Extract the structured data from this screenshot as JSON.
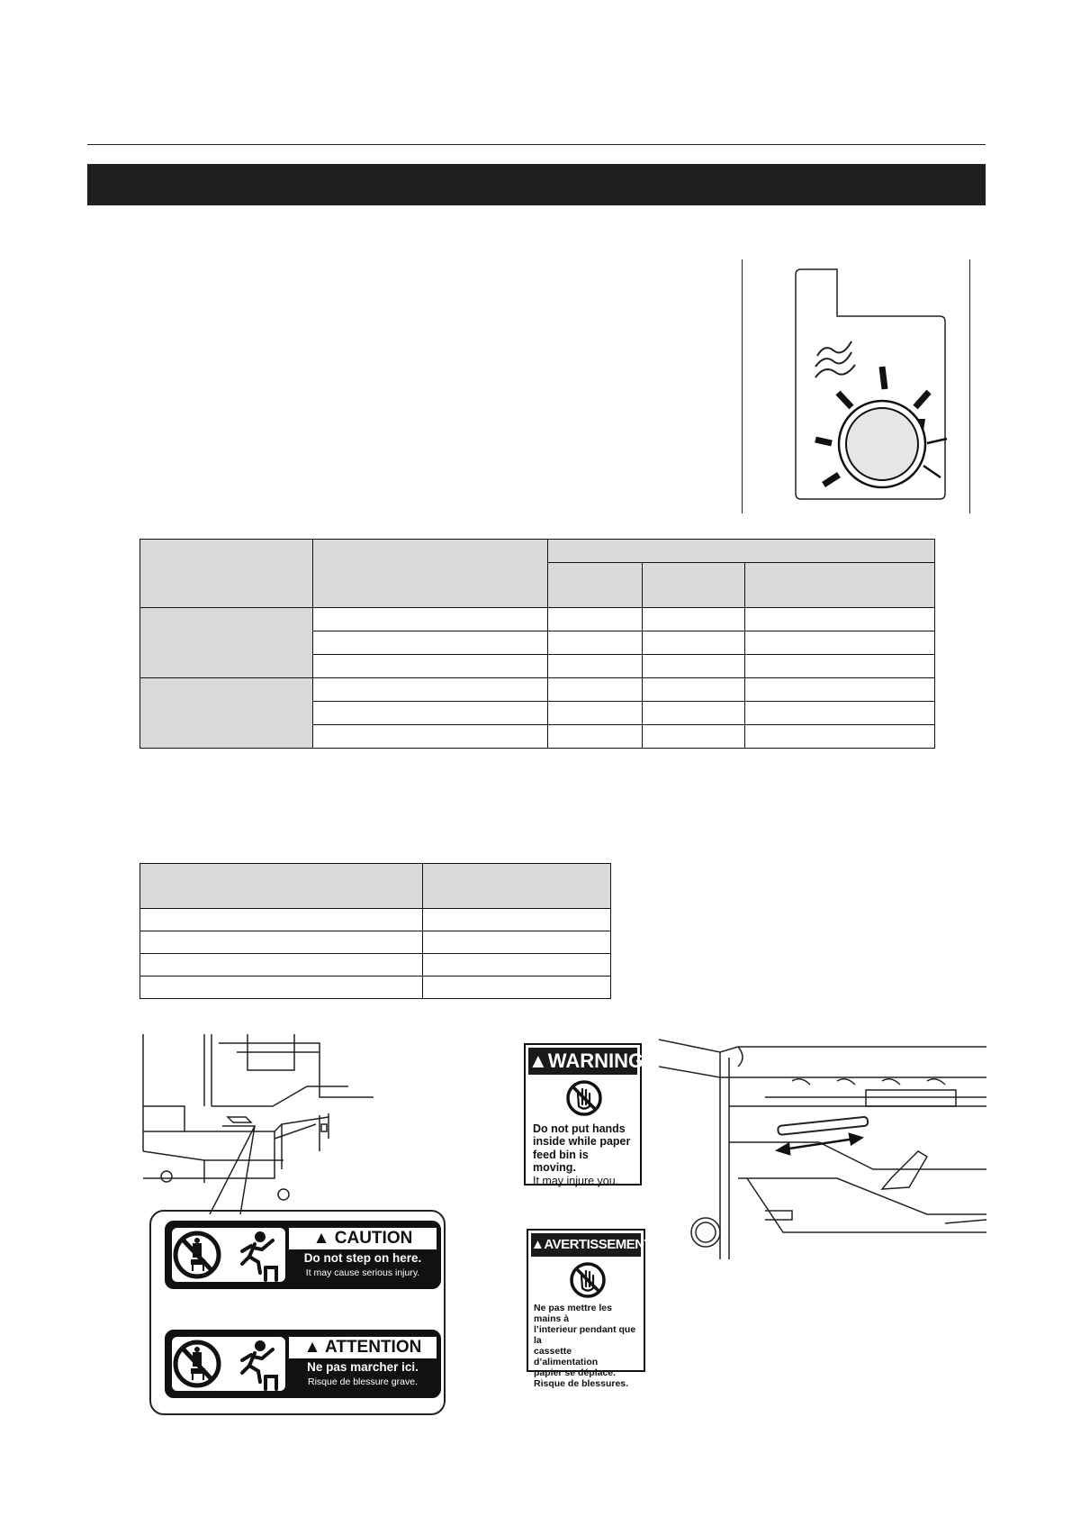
{
  "caution_label": {
    "title": "CAUTION",
    "line1": "Do not step on here.",
    "line2": "It may cause serious injury."
  },
  "attention_label": {
    "title": "ATTENTION",
    "line1": "Ne pas marcher ici.",
    "line2": "Risque de blessure grave."
  },
  "warning_card": {
    "title": "WARNING",
    "lines": [
      "Do not put hands",
      "inside while paper",
      "feed bin is moving."
    ],
    "note": "It may injure you."
  },
  "avertissement_card": {
    "title": "AVERTISSEMENT",
    "lines": [
      "Ne pas mettre les mains à",
      "l’interieur pendant que la",
      "cassette d’alimentation",
      "papier se déplace."
    ],
    "note": "Risque de blessures."
  },
  "colors": {
    "title_bar": "#1f1f1f",
    "table_header": "#d9d9d9",
    "label_black": "#111111"
  },
  "icons": [
    "knob-dial-icon",
    "air-flow-icon",
    "no-stepping-icon",
    "falling-person-icon",
    "no-hands-icon",
    "warning-triangle-icon",
    "double-arrow-icon"
  ]
}
